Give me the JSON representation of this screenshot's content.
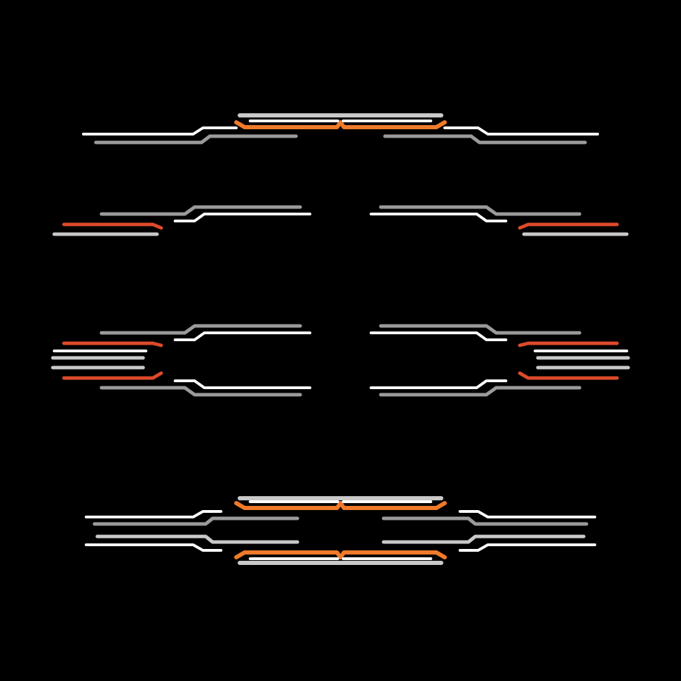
{
  "canvas": {
    "background": "#000000"
  },
  "palette": {
    "yellow": "#F2E233",
    "amber": "#F6B52A",
    "orange": "#EE7A2A",
    "red": "#DD4A2A",
    "white": "#FFFFFF",
    "light_gray": "#C9C9C9",
    "gray": "#9A9A9A"
  },
  "motifs": [
    {
      "name": "circuit-divider-top",
      "style": "yellow-rail-over-center-hub"
    },
    {
      "name": "circuit-divider-upper-mid",
      "style": "yellow-rail-under-split-arms"
    },
    {
      "name": "circuit-divider-center",
      "style": "double-rail-mirrored-arms"
    },
    {
      "name": "circuit-divider-bottom",
      "style": "double-rail-frame-with-center-hub"
    }
  ]
}
